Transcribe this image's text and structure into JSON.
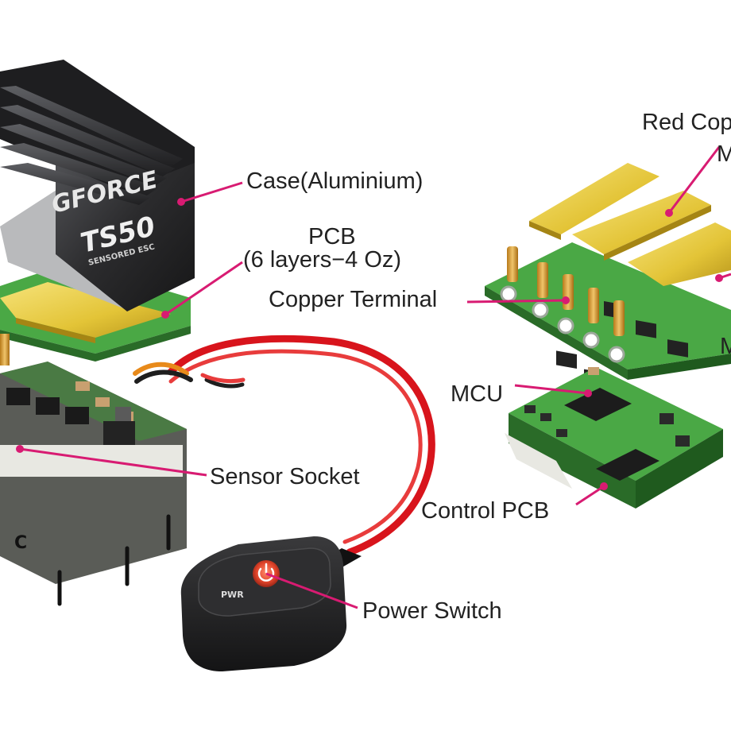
{
  "colors": {
    "leader": "#d81b72",
    "pcb_green": "#3f9a3c",
    "heatsink": "#2b2b2d",
    "copper_plate": "#e9cf3f",
    "wire_red": "#d8141c",
    "wire_black": "#1e1e1e"
  },
  "device": {
    "logo": "GFORCE",
    "model": "TS50",
    "subtitle": "SENSORED ESC",
    "switch_text": "PWR"
  },
  "labels": {
    "case": "Case(Aluminium)",
    "pcb_line1": "PCB",
    "pcb_line2": "(6 layers−4 Oz)",
    "copper_terminal": "Copper Terminal",
    "red_copper": "Red Copper",
    "mcu": "MCU",
    "sensor_socket": "Sensor Socket",
    "control_pcb": "Control PCB",
    "power_switch": "Power Switch",
    "right_edge_m1": "M",
    "right_edge_m2": "M"
  }
}
